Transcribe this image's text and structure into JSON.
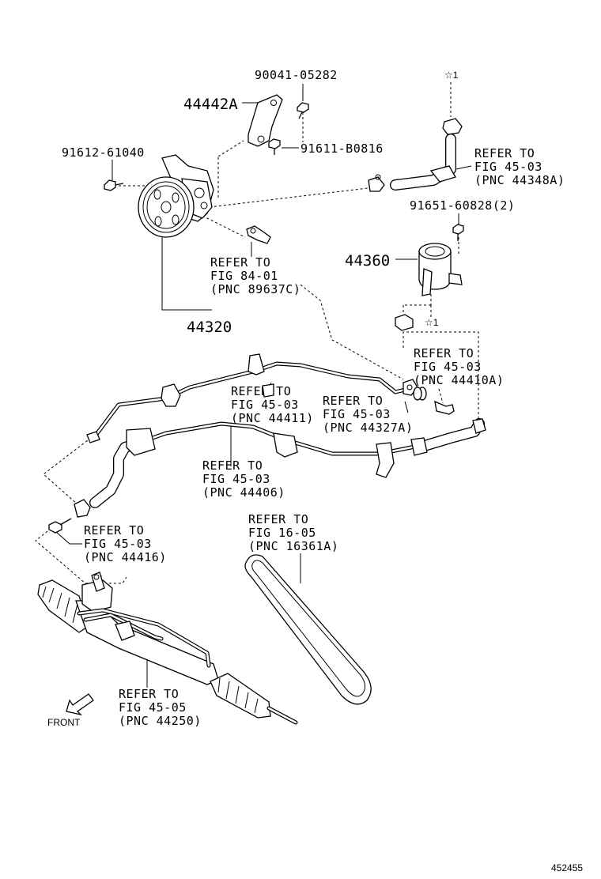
{
  "labels": {
    "bolt_90041": "90041-05282",
    "bracket_44442A": "44442A",
    "bolt_91611": "91611-B0816",
    "bolt_91612": "91612-61040",
    "refer_44348A": [
      "REFER TO",
      "FIG 45-03",
      "(PNC 44348A)"
    ],
    "star_top": "☆1",
    "bolt_91651": "91651-60828(2)",
    "reservoir_44360": "44360",
    "refer_89637C": [
      "REFER TO",
      "FIG 84-01",
      "(PNC 89637C)"
    ],
    "pump_44320": "44320",
    "star_mid": "☆1",
    "refer_44410A": [
      "REFER TO",
      "FIG 45-03",
      "(PNC 44410A)"
    ],
    "refer_44411": [
      "REFER TO",
      "FIG 45-03",
      "(PNC 44411)"
    ],
    "refer_44327A": [
      "REFER TO",
      "FIG 45-03",
      "(PNC 44327A)"
    ],
    "refer_44406": [
      "REFER TO",
      "FIG 45-03",
      "(PNC 44406)"
    ],
    "refer_16361A": [
      "REFER TO",
      "FIG 16-05",
      "(PNC 16361A)"
    ],
    "refer_44416": [
      "REFER TO",
      "FIG 45-03",
      "(PNC 44416)"
    ],
    "refer_44250": [
      "REFER TO",
      "FIG 45-05",
      "(PNC 44250)"
    ],
    "front": "FRONT",
    "figure_id": "452455"
  },
  "colors": {
    "line": "#000000",
    "background": "#ffffff"
  }
}
